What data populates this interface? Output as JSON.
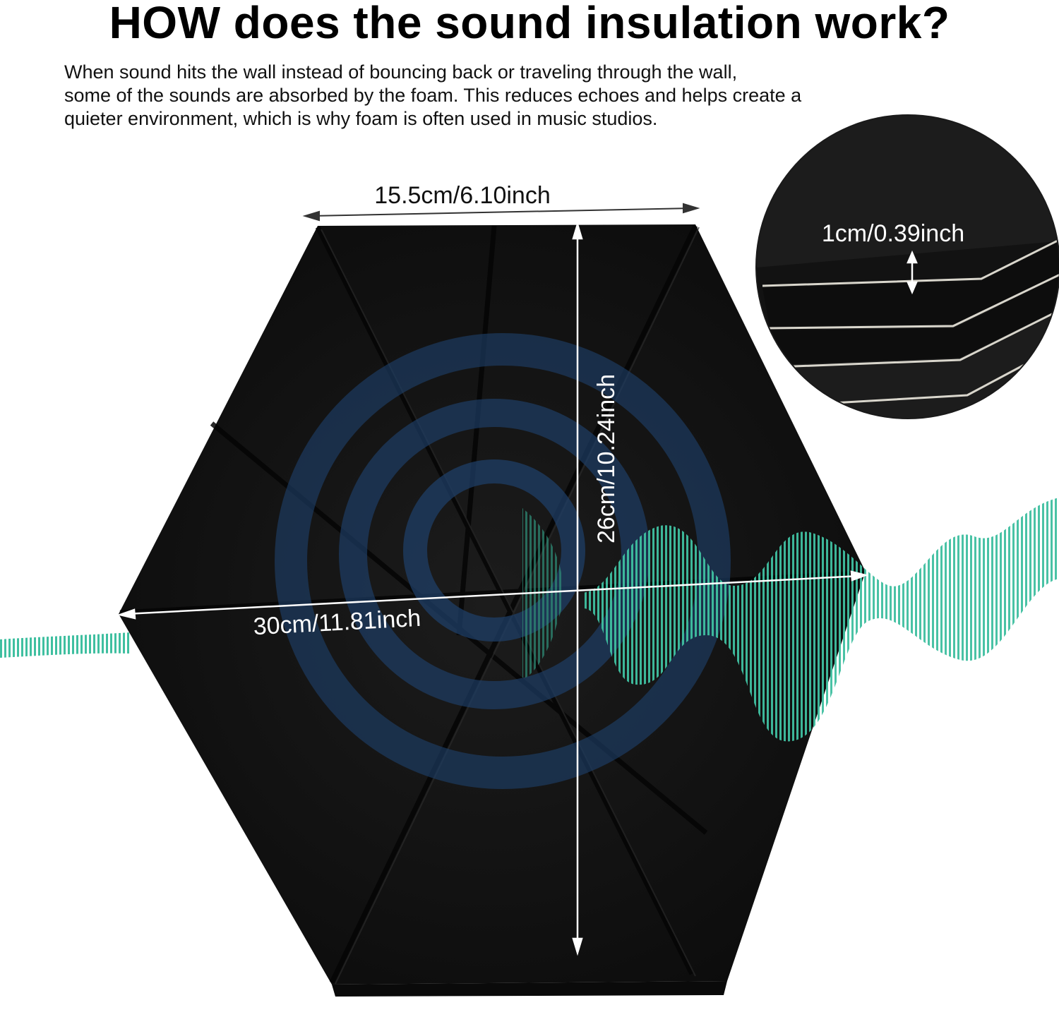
{
  "header": {
    "title": "HOW does the sound insulation work?",
    "description_lines": [
      "When sound hits the wall instead of bouncing back or traveling through the wall,",
      "some of the sounds are absorbed by the foam. This reduces echoes and helps create a",
      "quieter environment, which is why foam is often used in music studios."
    ]
  },
  "dimensions": {
    "top_width": "15.5cm/6.10inch",
    "height": "26cm/10.24inch",
    "full_width": "30cm/11.81inch",
    "thickness": "1cm/0.39inch"
  },
  "colors": {
    "panel": "#151515",
    "wave": "#3fbfa0",
    "rings": "#1e3f68",
    "arrow": "#ffffff"
  }
}
